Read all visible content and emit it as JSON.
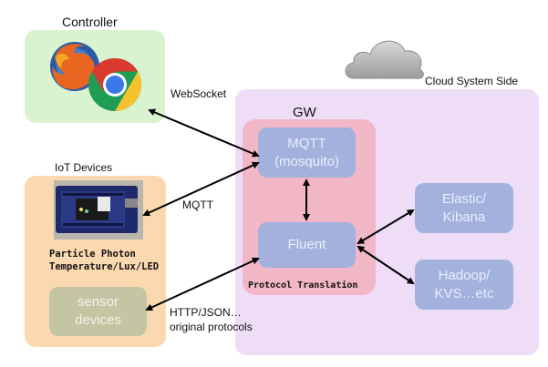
{
  "titles": {
    "controller": "Controller",
    "iot_devices": "IoT Devices",
    "cloud_side": "Cloud System Side",
    "gw": "GW"
  },
  "nodes": {
    "mqtt_line1": "MQTT",
    "mqtt_line2": "(mosquito)",
    "fluent": "Fluent",
    "elastic_line1": "Elastic/",
    "elastic_line2": "Kibana",
    "hadoop_line1": "Hadoop/",
    "hadoop_line2": "KVS…etc",
    "sensor_line1": "sensor",
    "sensor_line2": "devices"
  },
  "captions": {
    "photon_line1": "Particle Photon",
    "photon_line2": "Temperature/Lux/LED",
    "protocol_translation": "Protocol Translation"
  },
  "edge_labels": {
    "websocket": "WebSocket",
    "mqtt": "MQTT",
    "http_line1": "HTTP/JSON…",
    "http_line2": "original protocols"
  },
  "icons": [
    "firefox-icon",
    "chrome-icon",
    "cloud-icon",
    "particle-photon-board-photo"
  ],
  "colors": {
    "controller_bg": "#d9f2cf",
    "iot_bg": "#fbd9b0",
    "cloud_bg": "#efdcf7",
    "gw_bg": "#f2b7c6",
    "service_node": "#a3b1dd",
    "sensor_node": "#c4c5a3"
  }
}
